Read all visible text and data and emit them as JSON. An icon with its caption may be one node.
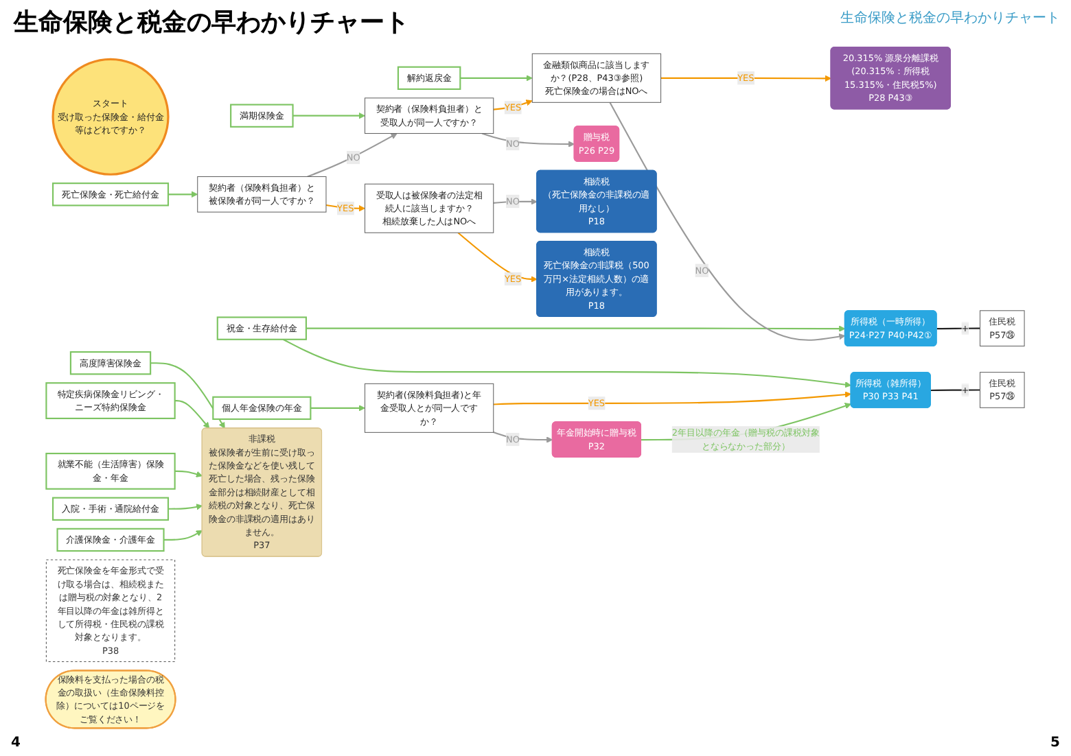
{
  "diagram": {
    "title": "生命保険と税金の早わかりチャート",
    "nodes": [
      {
        "text": [
          "スタート",
          "受け取った保険金・給付金等はどれですか？"
        ]
      },
      {
        "text": [
          "解約返戻金"
        ]
      },
      {
        "text": [
          "満期保険金"
        ]
      },
      {
        "text": [
          "死亡保険金・死亡給付金"
        ]
      },
      {
        "text": [
          "高度障害保険金"
        ]
      },
      {
        "text": [
          "特定疾病保険金リビング・ニーズ特約保険金"
        ]
      },
      {
        "text": [
          "就業不能（生活障害）保険金・年金"
        ]
      },
      {
        "text": [
          "入院・手術・通院給付金"
        ]
      },
      {
        "text": [
          "介護保険金・介護年金"
        ]
      },
      {
        "text": [
          "個人年金保険の年金"
        ]
      },
      {
        "text": [
          "祝金・生存給付金"
        ]
      },
      {
        "text": [
          "金融類似商品に該当しますか？(P28、P43③参照)",
          "死亡保険金の場合はNOへ"
        ]
      },
      {
        "text": [
          "契約者（保険料負担者）と受取人が同一人ですか？"
        ]
      },
      {
        "text": [
          "契約者（保険料負担者）と被保険者が同一人ですか？"
        ]
      },
      {
        "text": [
          "受取人は被保険者の法定相続人に該当しますか？",
          "相続放棄した人はNOへ"
        ]
      },
      {
        "text": [
          "契約者(保険料負担者)と年金受取人とが同一人ですか？"
        ]
      },
      {
        "text": [
          "20.315% 源泉分離課税",
          "(20.315%：所得税15.315%・住民税5%)",
          "P28 P43③"
        ]
      },
      {
        "text": [
          "所得税（一時所得）",
          "P24·P27 P40·P42①"
        ]
      },
      {
        "text": [
          "住民税",
          "P57㉘"
        ]
      },
      {
        "text": [
          "所得税（雑所得）",
          "P30 P33 P41"
        ]
      },
      {
        "text": [
          "住民税",
          "P57㉘"
        ]
      },
      {
        "text": [
          "年金開始時に贈与税",
          "P32"
        ]
      },
      {
        "text": [
          "贈与税",
          "P26 P29"
        ]
      },
      {
        "text": [
          "相続税",
          "（死亡保険金の非課税の適用なし）",
          "P18"
        ]
      },
      {
        "text": [
          "相続税",
          "死亡保険金の非課税（500万円×法定相続人数）の適用があります。",
          "P18"
        ]
      },
      {
        "text": [
          "非課税",
          "被保険者が生前に受け取った保険金などを使い残して死亡した場合、残った保険金部分は相続財産として相続税の対象となり、死亡保険金の非課税の適用はありません。",
          "P37"
        ]
      },
      {
        "text": [
          "死亡保険金を年金形式で受け取る場合は、相続税または贈与税の対象となり、2年目以降の年金は雑所得として所得税・住民税の課税対象となります。",
          "P38"
        ]
      },
      {
        "text": [
          "保険料を支払った場合の税金の取扱い（生命保険料控除）については10ページをご覧ください！"
        ]
      }
    ],
    "edges": [
      {
        "from": 1,
        "to": 11,
        "arrow": "to"
      },
      {
        "from": 2,
        "to": 12,
        "arrow": "to"
      },
      {
        "from": 3,
        "to": 13,
        "arrow": "to"
      },
      {
        "from": 4,
        "to": 25,
        "arrow": "to"
      },
      {
        "from": 5,
        "to": 25,
        "arrow": "to"
      },
      {
        "from": 6,
        "to": 25,
        "arrow": "to"
      },
      {
        "from": 7,
        "to": 25,
        "arrow": "to"
      },
      {
        "from": 8,
        "to": 25,
        "arrow": "to"
      },
      {
        "from": 9,
        "to": 15,
        "arrow": "to"
      },
      {
        "from": 10,
        "to": 17,
        "arrow": "to"
      },
      {
        "from": 10,
        "to": 19,
        "arrow": "to"
      },
      {
        "from": 11,
        "to": 16,
        "arrow": "to",
        "label": "YES",
        "color": "#f39800"
      },
      {
        "from": 11,
        "to": 17,
        "arrow": "to",
        "label": "NO",
        "color": "#9a9a9a"
      },
      {
        "from": 12,
        "to": 11,
        "arrow": "to",
        "label": "YES",
        "color": "#f39800"
      },
      {
        "from": 12,
        "to": 22,
        "arrow": "to",
        "label": "NO",
        "color": "#9a9a9a"
      },
      {
        "from": 13,
        "to": 12,
        "arrow": "to",
        "label": "NO",
        "color": "#9a9a9a"
      },
      {
        "from": 13,
        "to": 14,
        "arrow": "to",
        "label": "YES",
        "color": "#f39800"
      },
      {
        "from": 14,
        "to": 23,
        "arrow": "to",
        "label": "NO",
        "color": "#9a9a9a"
      },
      {
        "from": 14,
        "to": 24,
        "arrow": "to",
        "label": "YES",
        "color": "#f39800"
      },
      {
        "from": 15,
        "to": 19,
        "arrow": "to",
        "label": "YES",
        "color": "#f39800"
      },
      {
        "from": 15,
        "to": 21,
        "arrow": "to",
        "label": "NO",
        "color": "#9a9a9a"
      },
      {
        "from": 21,
        "to": 19,
        "arrow": "to",
        "label": "2年目以降の年金（贈与税の課税対象とならなかった部分）"
      },
      {
        "from": 17,
        "to": 18,
        "arrow": "none",
        "label": "+",
        "color": "#222222"
      },
      {
        "from": 19,
        "to": 20,
        "arrow": "none",
        "label": "+",
        "color": "#222222"
      }
    ],
    "labels": [
      "生命保険と税金の早わかりチャート",
      "4",
      "5"
    ]
  }
}
